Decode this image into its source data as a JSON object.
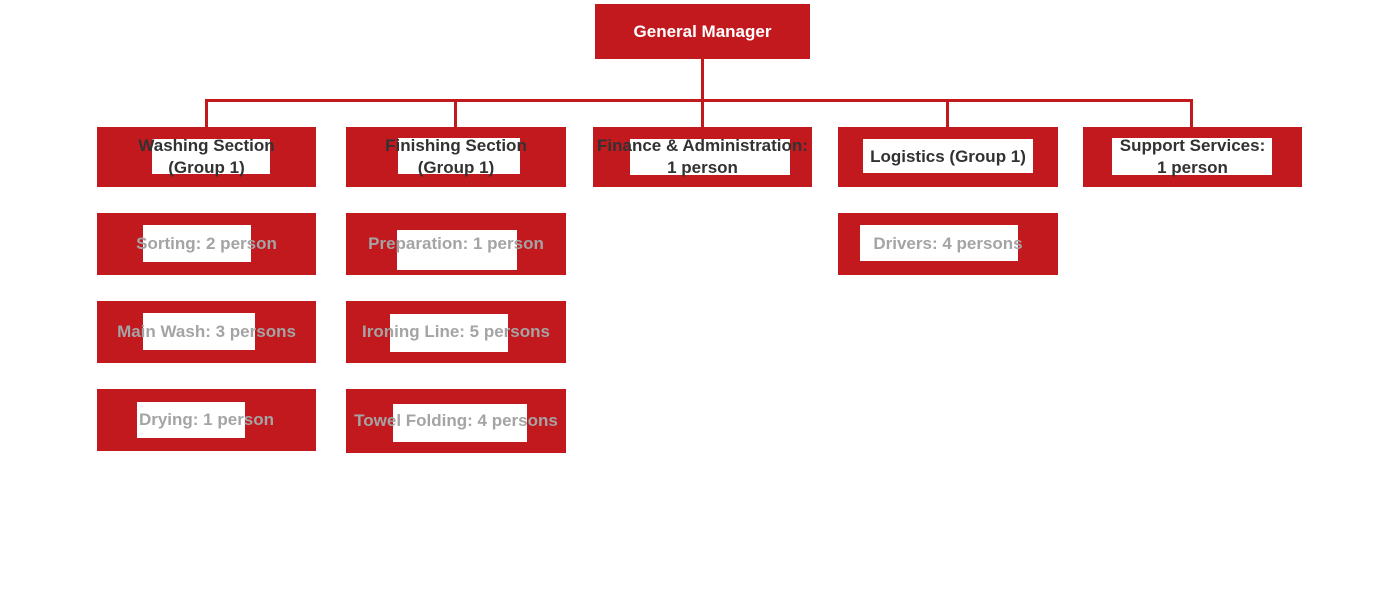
{
  "diagram": {
    "type": "org-chart",
    "title": "General Manager organization chart"
  },
  "colors": {
    "box_red": "#c2191f",
    "connector": "#c2191f",
    "label_bg": "#ffffff",
    "root_text": "#ffffff",
    "section_text": "#323232",
    "leaf_text": "#a4a4a4"
  },
  "root": {
    "label": "General Manager"
  },
  "sections": [
    {
      "id": "washing",
      "label": "Washing Section\n(Group 1)",
      "children": [
        "Sorting: 2 person",
        "Main Wash: 3 persons",
        "Drying: 1 person"
      ]
    },
    {
      "id": "finishing",
      "label": "Finishing Section\n(Group 1)",
      "children": [
        "Preparation: 1 person",
        "Ironing Line: 5 persons",
        "Towel Folding: 4 persons"
      ]
    },
    {
      "id": "finance",
      "label": "Finance & Administration:\n1 person",
      "children": []
    },
    {
      "id": "logistics",
      "label": "Logistics (Group 1)",
      "children": [
        "Drivers: 4 persons"
      ]
    },
    {
      "id": "support",
      "label": "Support Services:\n1 person",
      "children": []
    }
  ]
}
